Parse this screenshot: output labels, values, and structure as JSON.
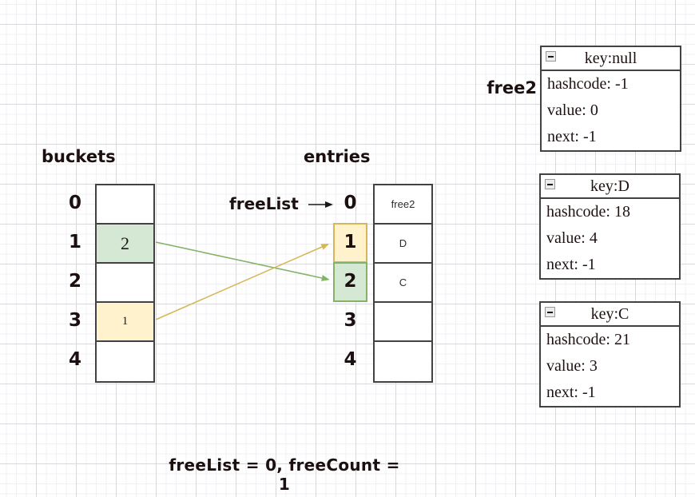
{
  "diagram": {
    "buckets": {
      "label": "buckets",
      "rows": [
        {
          "index": "0",
          "value": ""
        },
        {
          "index": "1",
          "value": "2",
          "fill": "green"
        },
        {
          "index": "2",
          "value": ""
        },
        {
          "index": "3",
          "value": "1",
          "fill": "yellow"
        },
        {
          "index": "4",
          "value": ""
        }
      ]
    },
    "entries": {
      "label": "entries",
      "freelist_pointer_label": "freeList",
      "rows": [
        {
          "index": "0",
          "value": "free2",
          "highlight": "none"
        },
        {
          "index": "1",
          "value": "D",
          "highlight": "yellow"
        },
        {
          "index": "2",
          "value": "C",
          "highlight": "green"
        },
        {
          "index": "3",
          "value": "",
          "highlight": "none"
        },
        {
          "index": "4",
          "value": "",
          "highlight": "none"
        }
      ]
    },
    "entry_boxes": [
      {
        "side_label": "free2",
        "title": "key:null",
        "fields": [
          "hashcode: -1",
          "value: 0",
          "next: -1"
        ]
      },
      {
        "title": "key:D",
        "fields": [
          "hashcode: 18",
          "value: 4",
          "next: -1"
        ]
      },
      {
        "title": "key:C",
        "fields": [
          "hashcode: 21",
          "value: 3",
          "next: -1"
        ]
      }
    ],
    "caption": "freeList = 0, freeCount = 1",
    "colors": {
      "yellow_fill": "#fff2cc",
      "yellow_border": "#d6b656",
      "green_fill": "#d5e8d4",
      "green_border": "#82b366",
      "arrow_green": "#82b366",
      "arrow_yellow": "#d6b656",
      "arrow_black": "#1a1a1a"
    }
  }
}
